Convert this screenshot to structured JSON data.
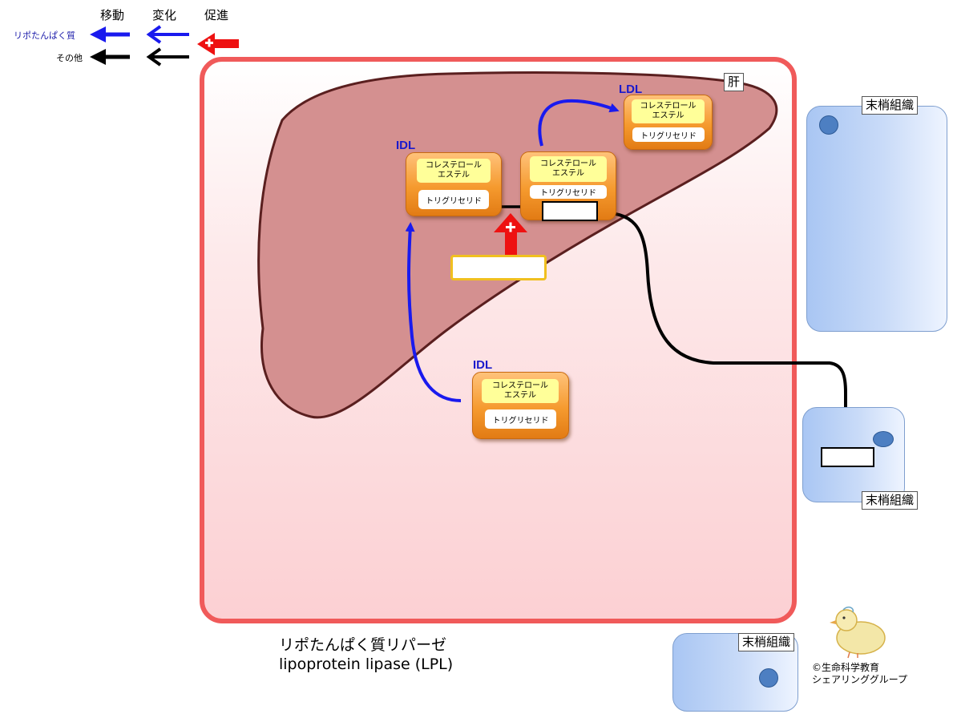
{
  "legend": {
    "headers": {
      "move": "移動",
      "change": "変化",
      "promote": "促進"
    },
    "rows": [
      {
        "label": "リポたんぱく質",
        "color": "#1a1aee"
      },
      {
        "label": "その他",
        "color": "#000000"
      }
    ],
    "promote_color": "#ee1111"
  },
  "liver": {
    "label": "肝",
    "fill": "#d99595",
    "stroke": "#5a1f1f"
  },
  "particles": {
    "idl_top": {
      "name": "IDL",
      "cholesterol": "コレステロール\nエステル",
      "triglyceride": "トリグリセリド"
    },
    "middle": {
      "cholesterol": "コレステロール\nエステル",
      "triglyceride": "トリグリセリド"
    },
    "ldl": {
      "name": "LDL",
      "cholesterol": "コレステロール\nエステル",
      "triglyceride": "トリグリセリド"
    },
    "idl_bottom": {
      "name": "IDL",
      "cholesterol": "コレステロール\nエステル",
      "triglyceride": "トリグリセリド"
    }
  },
  "tissues": [
    {
      "label": "末梢組織"
    },
    {
      "label": "末梢組織"
    },
    {
      "label": "末梢組織"
    }
  ],
  "caption": {
    "line1": "リポたんぱく質リパーゼ",
    "line2": "lipoprotein lipase (LPL)"
  },
  "credit": {
    "line1": "©生命科学教育",
    "line2": "シェアリンググループ"
  },
  "colors": {
    "body_border": "#f05a5a",
    "lipoprotein_arrow": "#1a1aee",
    "other_arrow": "#000000",
    "promote_arrow": "#ee1111"
  }
}
